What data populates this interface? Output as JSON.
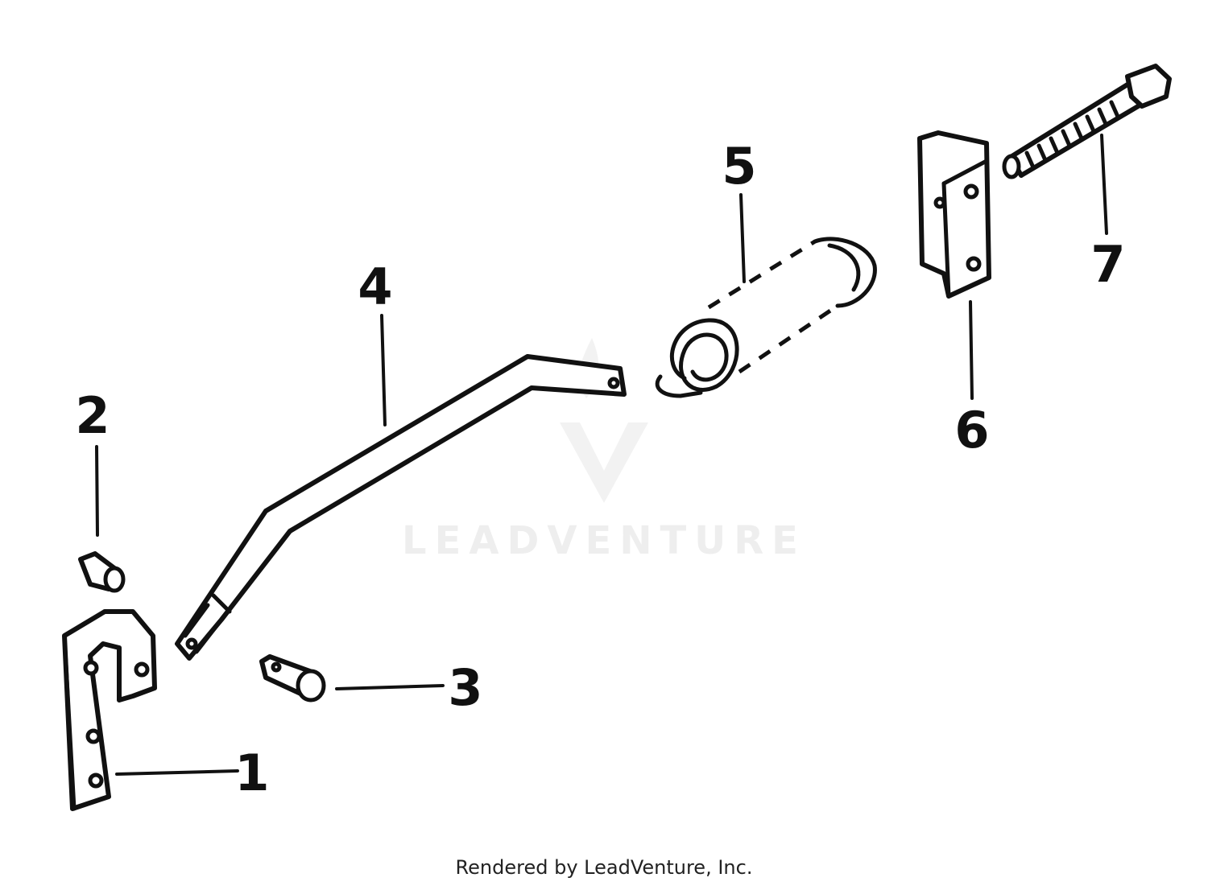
{
  "watermark": {
    "text": "LEADVENTURE"
  },
  "footer": {
    "text": "Rendered by LeadVenture, Inc."
  },
  "callouts": [
    {
      "id": "1",
      "label": "1"
    },
    {
      "id": "2",
      "label": "2"
    },
    {
      "id": "3",
      "label": "3"
    },
    {
      "id": "4",
      "label": "4"
    },
    {
      "id": "5",
      "label": "5"
    },
    {
      "id": "6",
      "label": "6"
    },
    {
      "id": "7",
      "label": "7"
    }
  ],
  "colors": {
    "ink": "#111111",
    "background": "#ffffff",
    "watermark": "#eeeeee"
  }
}
